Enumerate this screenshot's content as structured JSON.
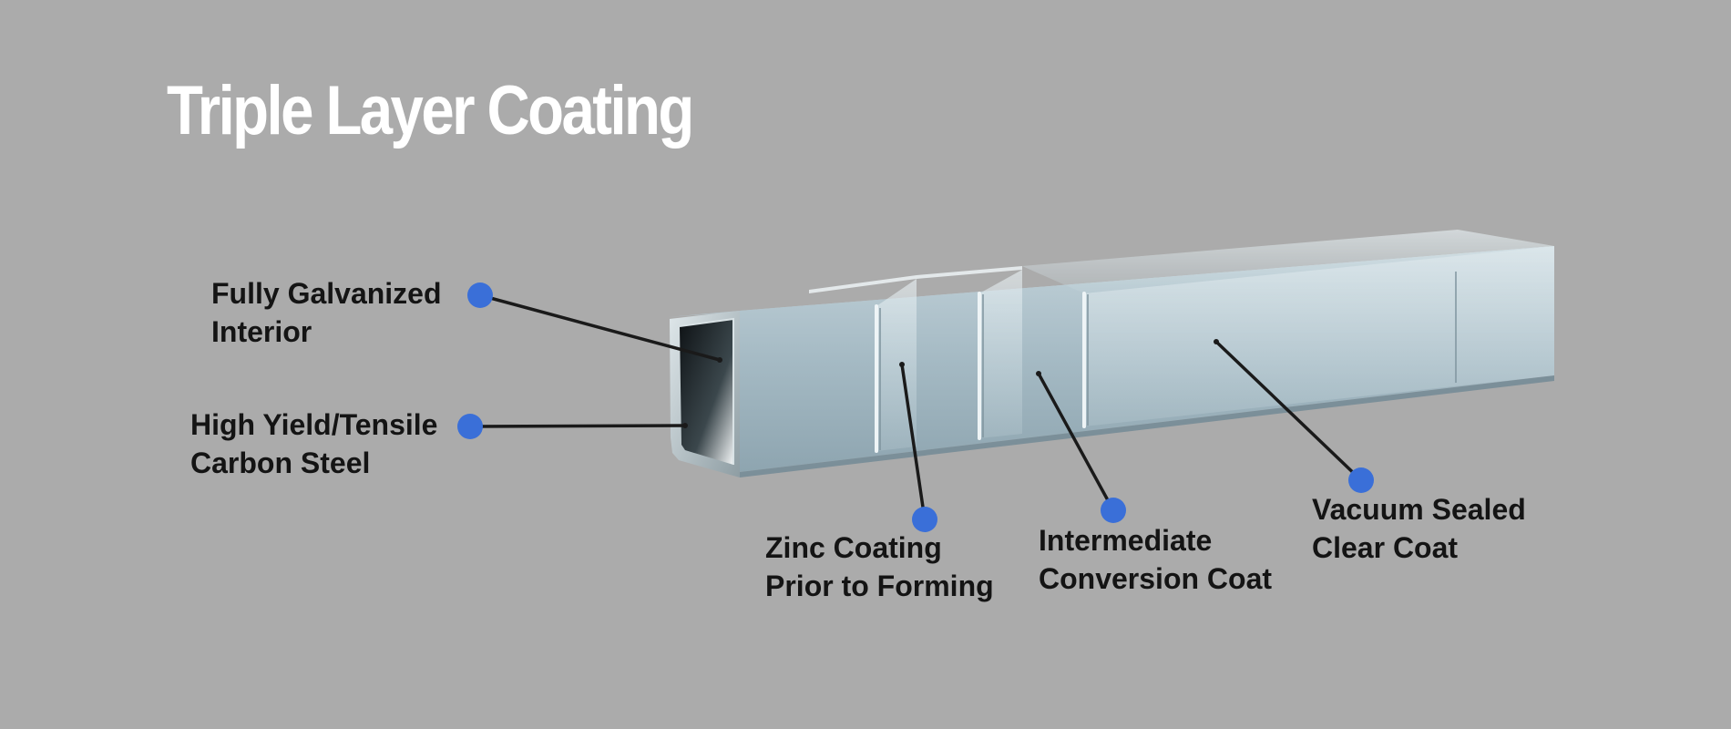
{
  "title": "Triple Layer  Coating",
  "colors": {
    "background": "#ababab",
    "title": "#ffffff",
    "label_text": "#141414",
    "marker": "#3a6fd8",
    "leader_line": "#1a1a1a"
  },
  "callouts": {
    "interior": {
      "line1": "Fully Galvanized",
      "line2": "Interior"
    },
    "steel": {
      "line1": "High Yield/Tensile",
      "line2": "Carbon Steel"
    },
    "zinc": {
      "line1": "Zinc Coating",
      "line2": "Prior to Forming"
    },
    "conversion": {
      "line1": "Intermediate",
      "line2": "Conversion Coat"
    },
    "clearcoat": {
      "line1": "Vacuum Sealed",
      "line2": "Clear Coat"
    }
  }
}
